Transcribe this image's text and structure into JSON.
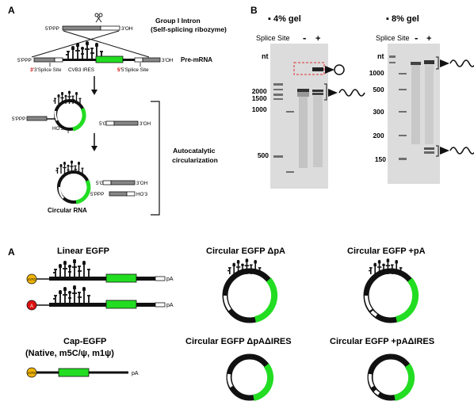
{
  "panel_a1": {
    "label": "A",
    "group_intron": [
      "Group I Intron",
      "(Self-splicing ribozyme)"
    ],
    "ends": {
      "ppp5": "5'PPP",
      "oh3": "3'OH",
      "g5": "5'G",
      "ho3": "HO'3"
    },
    "pre_mrna": "Pre-mRNA",
    "splice3": "3'Splice Site",
    "ires": "CVB3 IRES",
    "splice5": "5'Splice Site",
    "auto": [
      "Autocatalytic",
      "circularization"
    ],
    "circular_rna": "Circular RNA",
    "colors": {
      "egfp": "#22dd22",
      "splice_site_label": "#cc0000",
      "cut_box": "#e03030"
    }
  },
  "panel_b": {
    "label": "B",
    "gel4": {
      "title": "4% gel",
      "splice_site": "Splice Site",
      "minus": "-",
      "plus": "+",
      "unit": "nt",
      "ladder": [
        "2000",
        "1500",
        "1000",
        "500"
      ]
    },
    "gel8": {
      "title": "8% gel",
      "splice_site": "Splice Site",
      "minus": "-",
      "plus": "+",
      "unit": "nt",
      "ladder": [
        "1000",
        "500",
        "300",
        "200",
        "150"
      ]
    }
  },
  "panel_a2": {
    "label": "A",
    "linear_title": "Linear EGFP",
    "cap_title": [
      "Cap-EGFP",
      "(Native, m5C/ψ,  m1ψ)"
    ],
    "pa": "pA",
    "cap_mark": "m7G",
    "a_mark": "A",
    "circ1": "Circular EGFP ΔpA",
    "circ2": "Circular EGFP +pA",
    "circ3": "Circular EGFP  ΔpAΔIRES",
    "circ4": "Circular EGFP +pAΔIRES",
    "colors": {
      "cap": "#f0b400",
      "a_cap": "#dd1111"
    }
  }
}
